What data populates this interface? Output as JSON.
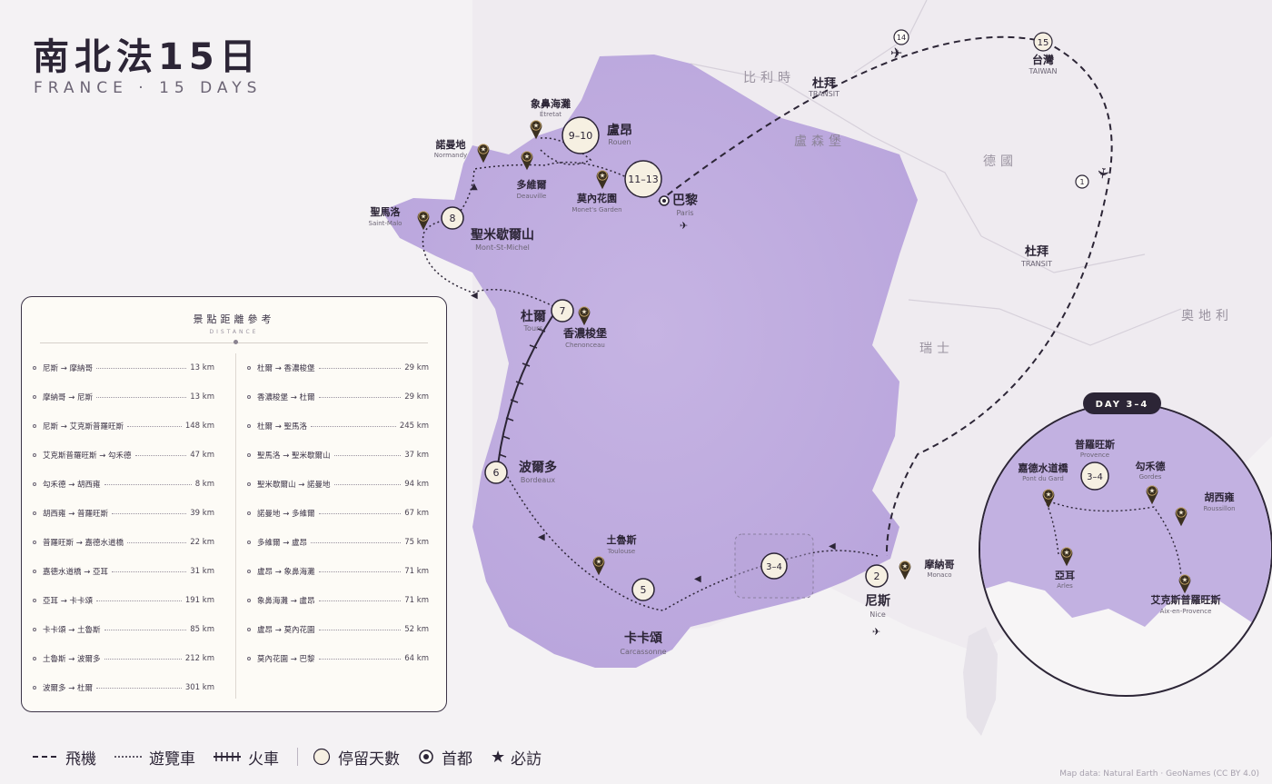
{
  "title": "南北法15日",
  "subtitle": "FRANCE · 15 DAYS",
  "credit": "Map data: Natural Earth · GeoNames (CC BY 4.0)",
  "countries": {
    "belgium": "比利時",
    "luxembourg": "盧森堡",
    "germany": "德國",
    "switzerland": "瑞士",
    "austria": "奧地利"
  },
  "transit": {
    "dubai_cn": "杜拜",
    "dubai_en": "TRANSIT",
    "taiwan_cn": "台灣",
    "taiwan_en": "TAIWAN"
  },
  "stops": {
    "paris": {
      "cn": "巴黎",
      "en": "Paris",
      "day": "11–13"
    },
    "rouen": {
      "cn": "盧昂",
      "en": "Rouen",
      "day": "9–10"
    },
    "etretat": {
      "cn": "象鼻海灘",
      "en": "Étretat"
    },
    "normandy": {
      "cn": "諾曼地",
      "en": "Normandy"
    },
    "deauville": {
      "cn": "多維爾",
      "en": "Deauville"
    },
    "giverny": {
      "cn": "莫內花園",
      "en": "Monet's Garden"
    },
    "saintmalo": {
      "cn": "聖馬洛",
      "en": "Saint-Malo"
    },
    "montstmichel": {
      "cn": "聖米歇爾山",
      "en": "Mont-St-Michel",
      "day": "8"
    },
    "tours": {
      "cn": "杜爾",
      "en": "Tours",
      "day": "7"
    },
    "chenonceau": {
      "cn": "香濃梭堡",
      "en": "Chenonceau"
    },
    "bordeaux": {
      "cn": "波爾多",
      "en": "Bordeaux",
      "day": "6"
    },
    "toulouse": {
      "cn": "土魯斯",
      "en": "Toulouse"
    },
    "carcassonne": {
      "cn": "卡卡頌",
      "en": "Carcassonne",
      "day": "5"
    },
    "provence_box": {
      "day": "3–4"
    },
    "nice": {
      "cn": "尼斯",
      "en": "Nice",
      "day": "2"
    },
    "monaco": {
      "cn": "摩納哥",
      "en": "Monaco"
    },
    "day1": "1",
    "day14": "14",
    "day15": "15"
  },
  "inset": {
    "badge": "DAY 3–4",
    "day": "3–4",
    "provence": {
      "cn": "普羅旺斯",
      "en": "Provence"
    },
    "pontdugard": {
      "cn": "嘉德水道橋",
      "en": "Pont du Gard"
    },
    "gordes": {
      "cn": "勾禾德",
      "en": "Gordes"
    },
    "roussillon": {
      "cn": "胡西雍",
      "en": "Roussillon"
    },
    "arles": {
      "cn": "亞耳",
      "en": "Arles"
    },
    "aix": {
      "cn": "艾克斯普羅旺斯",
      "en": "Aix-en-Provence"
    }
  },
  "distance_panel": {
    "title": "景點距離參考",
    "subtitle": "DISTANCE",
    "col1": [
      {
        "route": "尼斯 → 摩納哥",
        "km": "13 km"
      },
      {
        "route": "摩納哥 → 尼斯",
        "km": "13 km"
      },
      {
        "route": "尼斯 → 艾克斯普羅旺斯",
        "km": "148 km"
      },
      {
        "route": "艾克斯普羅旺斯 → 勾禾德",
        "km": "47 km"
      },
      {
        "route": "勾禾德 → 胡西雍",
        "km": "8 km"
      },
      {
        "route": "胡西雍 → 普羅旺斯",
        "km": "39 km"
      },
      {
        "route": "普羅旺斯 → 嘉德水道橋",
        "km": "22 km"
      },
      {
        "route": "嘉德水道橋 → 亞耳",
        "km": "31 km"
      },
      {
        "route": "亞耳 → 卡卡頌",
        "km": "191 km"
      },
      {
        "route": "卡卡頌 → 土魯斯",
        "km": "85 km"
      },
      {
        "route": "土魯斯 → 波爾多",
        "km": "212 km"
      },
      {
        "route": "波爾多 → 杜爾",
        "km": "301 km"
      }
    ],
    "col2": [
      {
        "route": "杜爾 → 香濃梭堡",
        "km": "29 km"
      },
      {
        "route": "香濃梭堡 → 杜爾",
        "km": "29 km"
      },
      {
        "route": "杜爾 → 聖馬洛",
        "km": "245 km"
      },
      {
        "route": "聖馬洛 → 聖米歇爾山",
        "km": "37 km"
      },
      {
        "route": "聖米歇爾山 → 諾曼地",
        "km": "94 km"
      },
      {
        "route": "諾曼地 → 多維爾",
        "km": "67 km"
      },
      {
        "route": "多維爾 → 盧昂",
        "km": "75 km"
      },
      {
        "route": "盧昂 → 象鼻海灘",
        "km": "71 km"
      },
      {
        "route": "象鼻海灘 → 盧昂",
        "km": "71 km"
      },
      {
        "route": "盧昂 → 莫內花園",
        "km": "52 km"
      },
      {
        "route": "莫內花園 → 巴黎",
        "km": "64 km"
      }
    ]
  },
  "legend": {
    "plane": "飛機",
    "bus": "遊覽車",
    "train": "火車",
    "stay": "停留天數",
    "capital": "首都",
    "must": "必訪"
  },
  "colors": {
    "france": "#c9b9e4",
    "ink": "#2c2536",
    "pin": "#3b3020",
    "gold": "#a8885a"
  }
}
